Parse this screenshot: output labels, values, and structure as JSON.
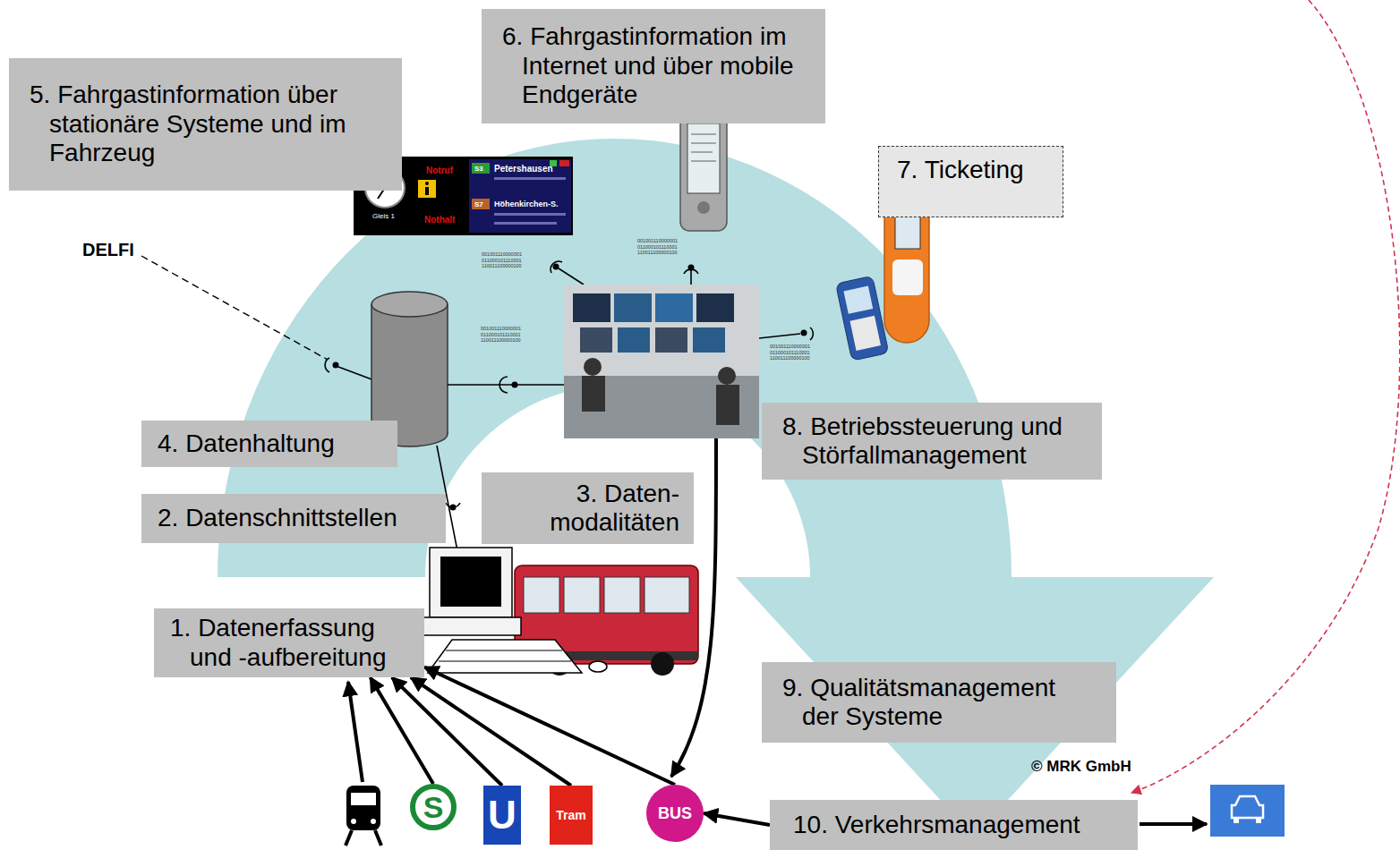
{
  "diagram": {
    "nodes": [
      {
        "text": [
          "1. Datenerfassung und -aufbereitung"
        ]
      },
      {
        "text": [
          "2. Datenschnittstellen"
        ]
      },
      {
        "text": [
          "3. Daten- modalitäten"
        ]
      },
      {
        "text": [
          "4. Datenhaltung"
        ]
      },
      {
        "text": [
          "5. Fahrgastinformation über stationäre Systeme und im Fahrzeug"
        ]
      },
      {
        "text": [
          "6. Fahrgastinformation im Internet und über mobile Endgeräte"
        ]
      },
      {
        "text": [
          "7. Ticketing"
        ]
      },
      {
        "text": [
          "8. Betriebssteuerung und Störfallmanagement"
        ]
      },
      {
        "text": [
          "9. Qualitätsmanagement der Systeme"
        ]
      },
      {
        "text": [
          "10. Verkehrsmanagement"
        ]
      },
      {
        "text": [
          "S"
        ]
      },
      {
        "text": [
          "U"
        ]
      },
      {
        "text": [
          "Tram"
        ]
      },
      {
        "text": [
          "BUS"
        ]
      }
    ],
    "edges": [
      {
        "from": 10,
        "to": 0,
        "arrow": "to"
      },
      {
        "from": 11,
        "to": 0,
        "arrow": "to"
      },
      {
        "from": 12,
        "to": 0,
        "arrow": "to"
      },
      {
        "from": 13,
        "to": 0,
        "arrow": "to"
      },
      {
        "from": 9,
        "to": 13,
        "arrow": "to"
      }
    ],
    "labels": [
      "DELFI",
      "© MRK GmbH",
      "Gleis 1",
      "Notruf",
      "Nothalt",
      "S3",
      "Petershausen",
      "S7",
      "Höhenkirchen-S.",
      "001001110000001 011000101110001 110011100000100",
      "001001110000001 011000101110001 110011100000100",
      "001001110000001 011000101110001 110011100000100",
      "001001110000001 011000101110001 110011100000100"
    ]
  }
}
